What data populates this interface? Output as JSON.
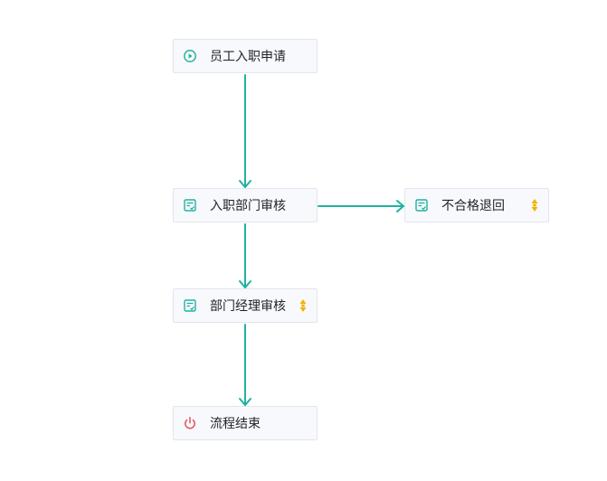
{
  "colors": {
    "edge": "#1fb2a0",
    "task_icon": "#1fb2a0",
    "start_icon": "#1fb2a0",
    "end_icon": "#e5525b",
    "marker": "#f0b400",
    "node_bg": "#f8f9fc",
    "node_border": "#e2e5ec"
  },
  "nodes": {
    "start": {
      "label": "员工入职申请",
      "icon": "play-circle-icon"
    },
    "dept_review": {
      "label": "入职部门审核",
      "icon": "task-icon"
    },
    "reject": {
      "label": "不合格退回",
      "icon": "task-icon",
      "marker": "branch-marker-icon"
    },
    "manager_review": {
      "label": "部门经理审核",
      "icon": "task-icon",
      "marker": "branch-marker-icon"
    },
    "end": {
      "label": "流程结束",
      "icon": "power-icon"
    }
  }
}
